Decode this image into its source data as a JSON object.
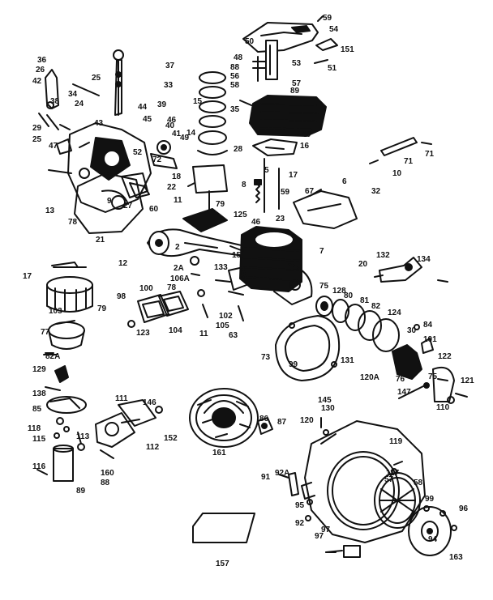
{
  "diagram": {
    "ink": "#111111",
    "paper": "#ffffff",
    "callouts": [
      "59",
      "54",
      "50",
      "151",
      "48",
      "53",
      "88",
      "51",
      "56",
      "57",
      "58",
      "89",
      "35",
      "36",
      "26",
      "37",
      "42",
      "25",
      "33",
      "34",
      "38",
      "15",
      "24",
      "44",
      "39",
      "29",
      "43",
      "45",
      "46",
      "40",
      "41",
      "25",
      "14",
      "47",
      "49",
      "48",
      "16",
      "28",
      "52",
      "72",
      "71",
      "71",
      "10",
      "5",
      "17",
      "18",
      "22",
      "60",
      "6",
      "8",
      "59",
      "67",
      "32",
      "13",
      "11",
      "79",
      "9",
      "46",
      "23",
      "78",
      "27",
      "21",
      "12",
      "2",
      "7",
      "125",
      "17",
      "15",
      "2A",
      "133",
      "132",
      "134",
      "20",
      "106A",
      "78",
      "75",
      "99",
      "98",
      "100",
      "79",
      "128",
      "80",
      "81",
      "82",
      "124",
      "103",
      "102",
      "105",
      "104",
      "11",
      "63",
      "30",
      "84",
      "101",
      "123",
      "77",
      "73",
      "131",
      "122",
      "82A",
      "120A",
      "129",
      "121",
      "138",
      "76",
      "75",
      "147",
      "145",
      "130",
      "111",
      "110",
      "146",
      "120",
      "85",
      "86",
      "87",
      "119",
      "118",
      "115",
      "113",
      "112",
      "152",
      "161",
      "160",
      "88",
      "92A",
      "117",
      "116",
      "89",
      "91",
      "57",
      "95",
      "58",
      "92",
      "97",
      "99",
      "94",
      "97",
      "96",
      "163",
      "157"
    ]
  }
}
